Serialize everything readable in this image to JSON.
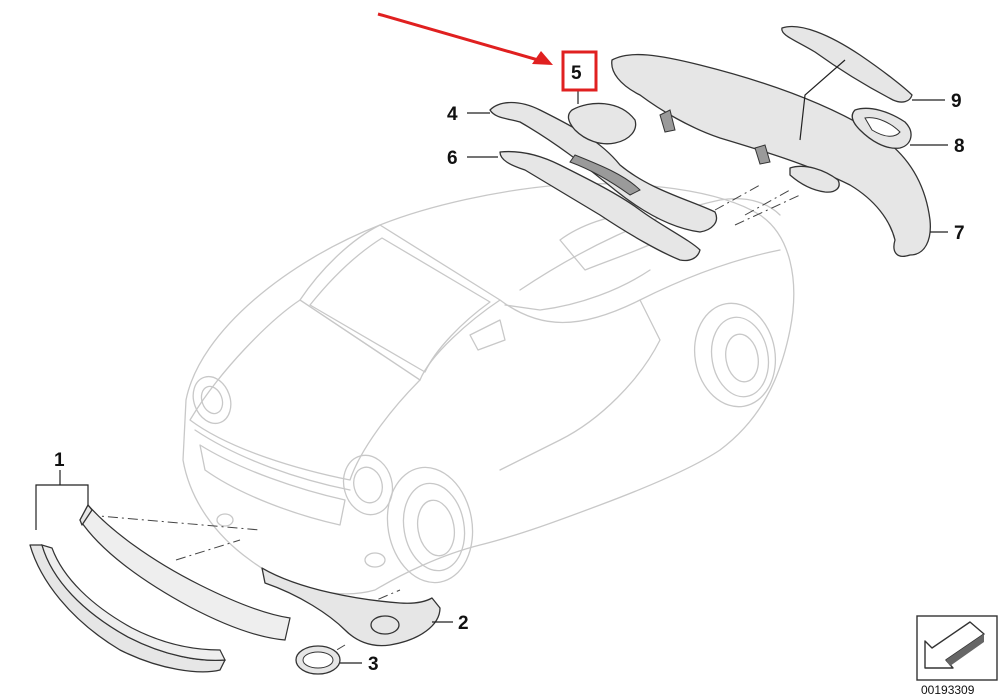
{
  "callouts": {
    "c1": "1",
    "c2": "2",
    "c3": "3",
    "c4": "4",
    "c5": "5",
    "c6": "6",
    "c7": "7",
    "c8": "8",
    "c9": "9"
  },
  "highlight": {
    "target": "5",
    "arrow_color": "#e02020",
    "box_color": "#e02020"
  },
  "diagram_number": "00193309",
  "corner_icon": "direction-arrow-icon"
}
